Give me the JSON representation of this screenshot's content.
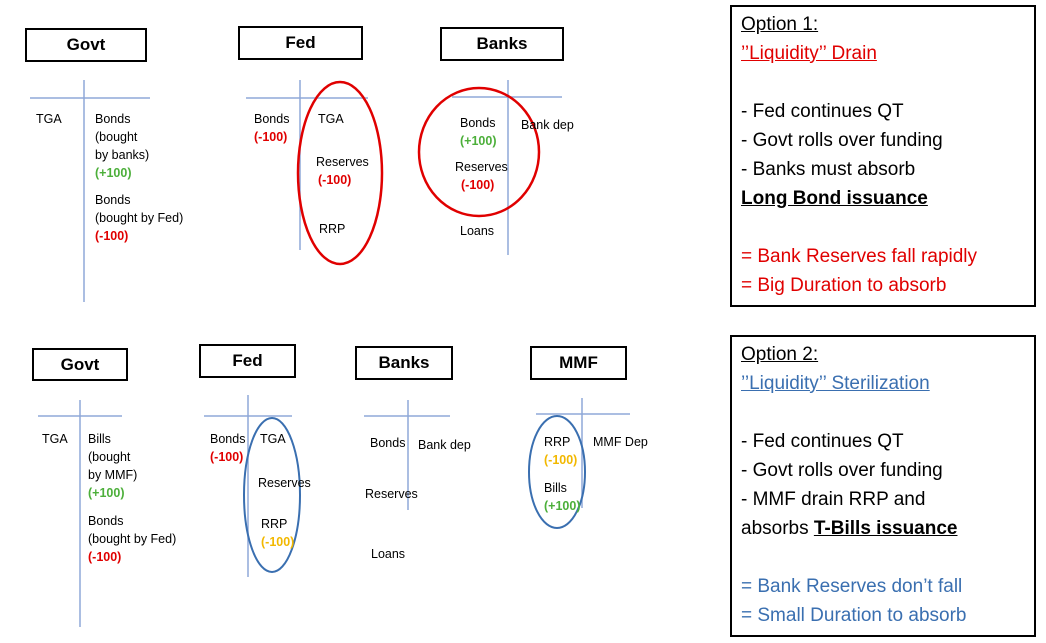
{
  "top": {
    "govt": {
      "title": "Govt",
      "left": [
        "TGA"
      ],
      "right": [
        "Bonds",
        "(bought",
        "by banks)"
      ],
      "right_val1": "(+100)",
      "right2": [
        "Bonds",
        "(bought by Fed)"
      ],
      "right_val2": "(-100)"
    },
    "fed": {
      "title": "Fed",
      "left": "Bonds",
      "left_val": "(-100)",
      "tga": "TGA",
      "reserves": "Reserves",
      "reserves_val": "(-100)",
      "rrp": "RRP"
    },
    "banks": {
      "title": "Banks",
      "bonds": "Bonds",
      "bonds_val": "(+100)",
      "reserves": "Reserves",
      "reserves_val": "(-100)",
      "loans": "Loans",
      "bank_dep": "Bank dep"
    }
  },
  "bottom": {
    "govt": {
      "title": "Govt",
      "left": "TGA",
      "right": [
        "Bills",
        "(bought",
        "by MMF)"
      ],
      "right_val1": "(+100)",
      "right2": [
        "Bonds",
        "(bought by Fed)"
      ],
      "right_val2": "(-100)"
    },
    "fed": {
      "title": "Fed",
      "left": "Bonds",
      "left_val": "(-100)",
      "tga": "TGA",
      "reserves": "Reserves",
      "rrp": "RRP",
      "rrp_val": "(-100)"
    },
    "banks": {
      "title": "Banks",
      "bonds": "Bonds",
      "reserves": "Reserves",
      "loans": "Loans",
      "bank_dep": "Bank dep"
    },
    "mmf": {
      "title": "MMF",
      "rrp": "RRP",
      "rrp_val": "(-100)",
      "bills": "Bills",
      "bills_val": "(+100)",
      "mmf_dep": "MMF Dep"
    }
  },
  "option1": {
    "heading": "Option 1:",
    "subheading": "’’Liquidity’’ Drain",
    "bullets": [
      "- Fed continues QT",
      "- Govt rolls over funding",
      "- Banks must absorb"
    ],
    "emph": "Long Bond issuance",
    "results": [
      "= Bank Reserves fall rapidly",
      "= Big Duration to absorb"
    ]
  },
  "option2": {
    "heading": "Option 2:",
    "subheading": "’’Liquidity’’ Sterilization",
    "bullets": [
      "- Fed continues QT",
      "- Govt rolls over funding",
      "- MMF drain RRP and"
    ],
    "emph_prefix": "absorbs ",
    "emph": "T-Bills issuance",
    "results": [
      "= Bank Reserves don’t fall",
      "= Small Duration to absorb"
    ]
  },
  "colors": {
    "red": "#e00000",
    "green": "#4caf3a",
    "amber": "#f2b800",
    "blue": "#3a6fb0",
    "line_blue": "#8fa8d8"
  }
}
